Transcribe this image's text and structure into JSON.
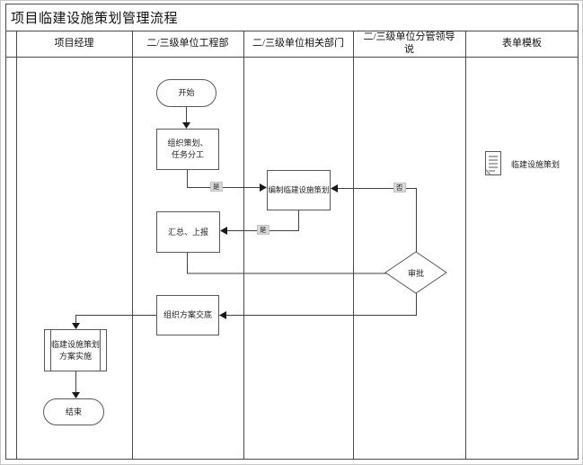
{
  "title": "项目临建设施策划管理流程",
  "lanes": {
    "manager": "项目经理",
    "engineering": "二/三级单位工程部",
    "related": "二/三级单位相关部门",
    "leader": "二/三级单位分管领导说",
    "form": "表单模板"
  },
  "nodes": {
    "start": "开始",
    "plan_l1": "组织策划、",
    "plan_l2": "任务分工",
    "compile": "编制临建设施策划",
    "report": "汇总、上报",
    "approve": "审批",
    "brief": "组织方案交底",
    "impl_l1": "临建设施策划",
    "impl_l2": "方案实施",
    "end": "结束"
  },
  "edge_labels": {
    "to_compile": "是",
    "to_report": "是",
    "reject": "否"
  },
  "form_items": {
    "doc": "临建设施策划"
  },
  "colors": {
    "line": "#404040",
    "border": "#595959",
    "label_bg": "#d9d9d9"
  }
}
